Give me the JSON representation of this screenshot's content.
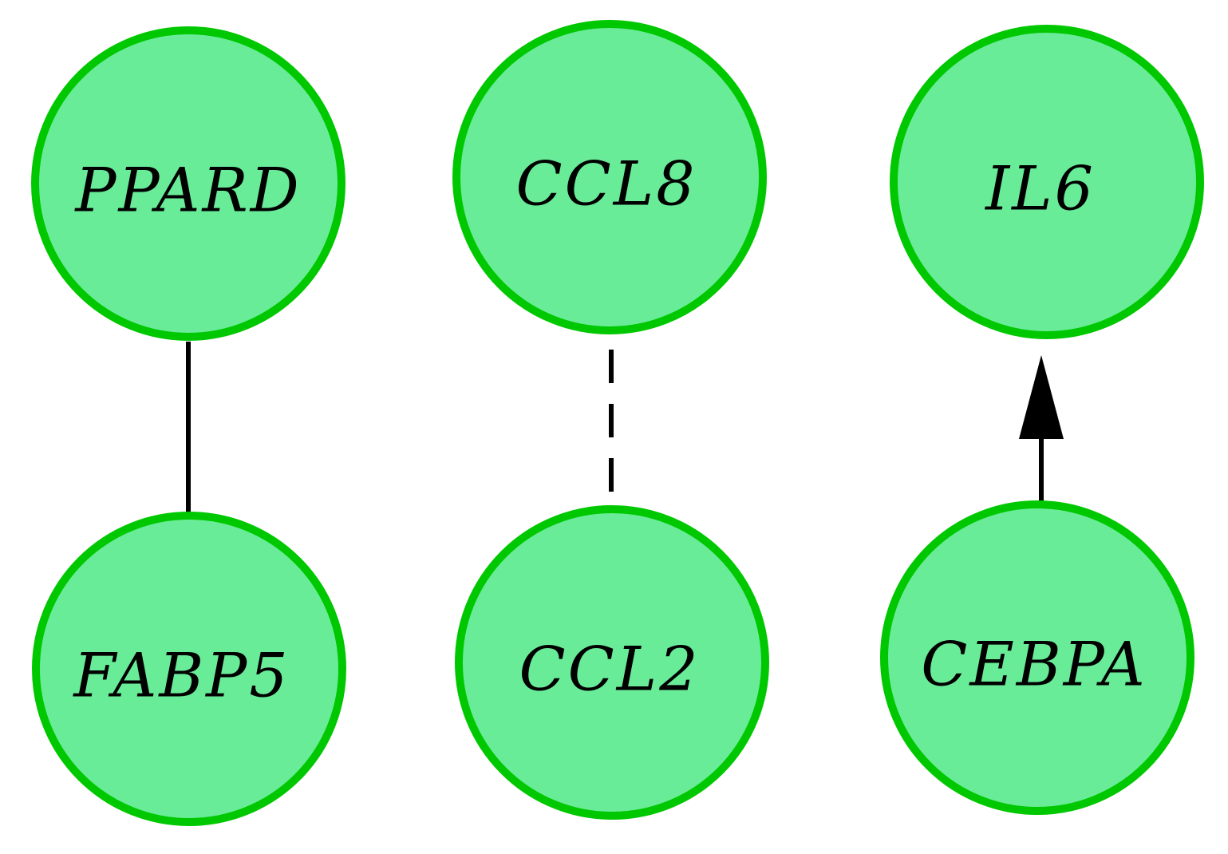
{
  "colors": {
    "node_fill": "#69ec98",
    "node_stroke": "#00c800",
    "edge": "#000000",
    "label": "#000000",
    "background": "#ffffff"
  },
  "nodes": [
    {
      "id": "ppard",
      "label": "PPARD"
    },
    {
      "id": "ccl8",
      "label": "CCL8"
    },
    {
      "id": "il6",
      "label": "IL6"
    },
    {
      "id": "fabp5",
      "label": "FABP5"
    },
    {
      "id": "ccl2",
      "label": "CCL2"
    },
    {
      "id": "cebpa",
      "label": "CEBPA"
    }
  ],
  "edges": [
    {
      "from": "ppard",
      "to": "fabp5",
      "style": "solid",
      "arrow": "none"
    },
    {
      "from": "ccl8",
      "to": "ccl2",
      "style": "dashed",
      "arrow": "none"
    },
    {
      "from": "cebpa",
      "to": "il6",
      "style": "solid",
      "arrow": "end"
    }
  ]
}
